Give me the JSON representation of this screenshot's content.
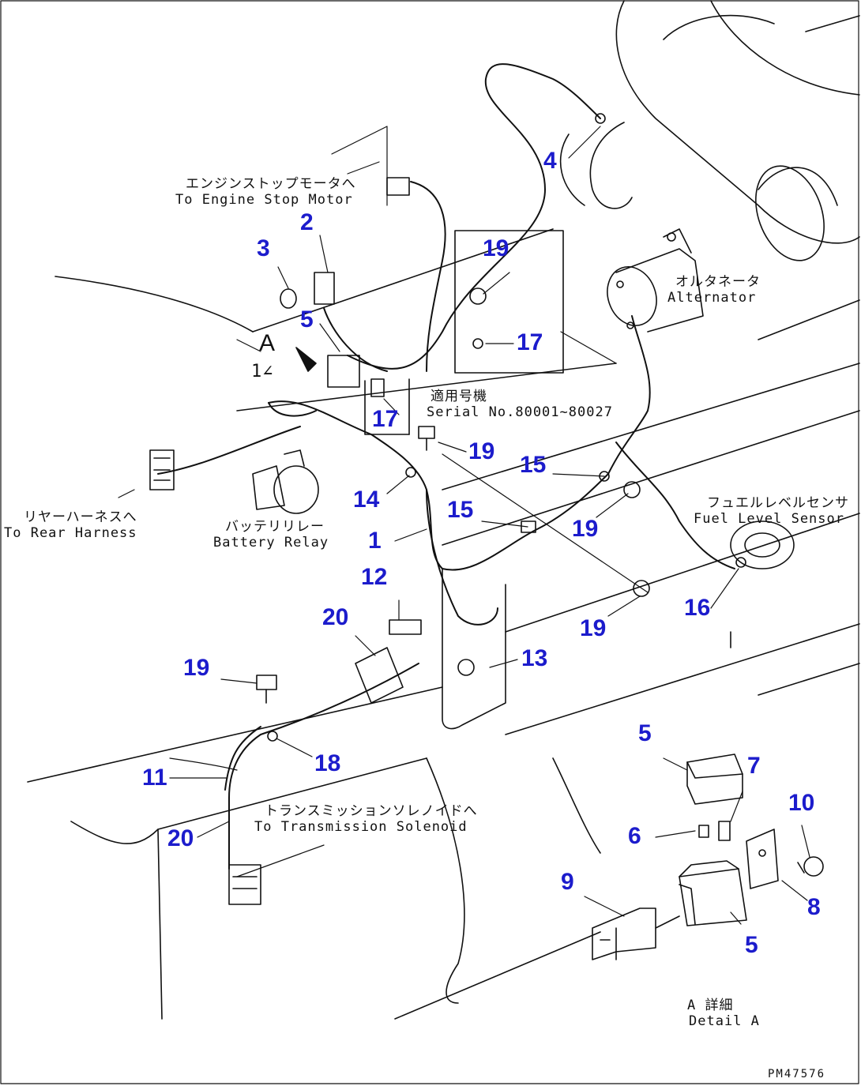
{
  "drawing_code": "PM47576",
  "view_marker": "A",
  "view_marker_sub": "1∠",
  "labels": {
    "engine_stop_jp": "エンジンストップモータへ",
    "engine_stop_en": "To Engine Stop Motor",
    "alternator_jp": "オルタネータ",
    "alternator_en": "Alternator",
    "serial_jp": "適用号機",
    "serial_en": "Serial No.80001~80027",
    "rear_harness_jp": "リヤーハーネスへ",
    "rear_harness_en": "To Rear Harness",
    "battery_relay_jp": "バッテリリレー",
    "battery_relay_en": "Battery Relay",
    "fuel_level_jp": "フュエルレベルセンサ",
    "fuel_level_en": "Fuel Level Sensor",
    "transmission_jp": "トランスミッションソレノイドへ",
    "transmission_en": "To Transmission Solenoid",
    "detail_jp": "A 詳細",
    "detail_en": "Detail A"
  },
  "callouts": [
    "1",
    "2",
    "3",
    "4",
    "5",
    "5",
    "5",
    "6",
    "7",
    "8",
    "9",
    "10",
    "11",
    "12",
    "13",
    "14",
    "15",
    "15",
    "16",
    "17",
    "17",
    "18",
    "19",
    "19",
    "19",
    "19",
    "19",
    "20",
    "20"
  ],
  "colors": {
    "callout": "#1c1ccc",
    "line": "#111111",
    "background": "#ffffff"
  }
}
